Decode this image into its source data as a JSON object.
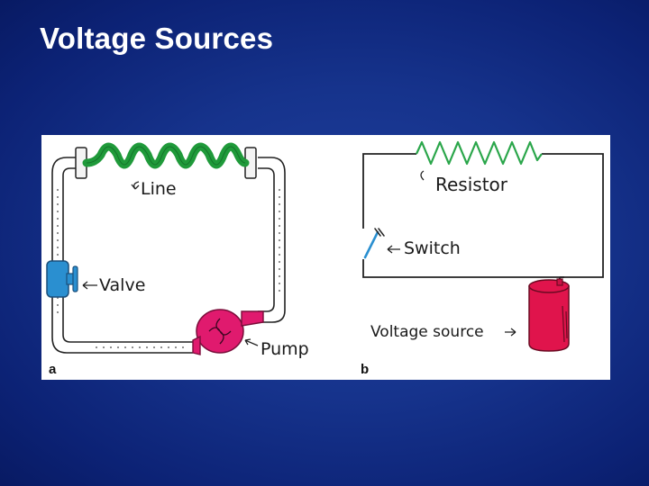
{
  "slide": {
    "title": "Voltage Sources"
  },
  "panel_a": {
    "letter": "a",
    "labels": {
      "line": "Line",
      "valve": "Valve",
      "pump": "Pump"
    }
  },
  "panel_b": {
    "letter": "b",
    "labels": {
      "resistor": "Resistor",
      "switch": "Switch",
      "voltage_source": "Voltage source"
    }
  },
  "colors": {
    "background": "#16338c",
    "line_green": "#1f9a3a",
    "valve_blue": "#2a8fd0",
    "pump_magenta": "#e01a6e",
    "battery_red": "#e0144c",
    "resistor_green": "#2aa64a"
  }
}
